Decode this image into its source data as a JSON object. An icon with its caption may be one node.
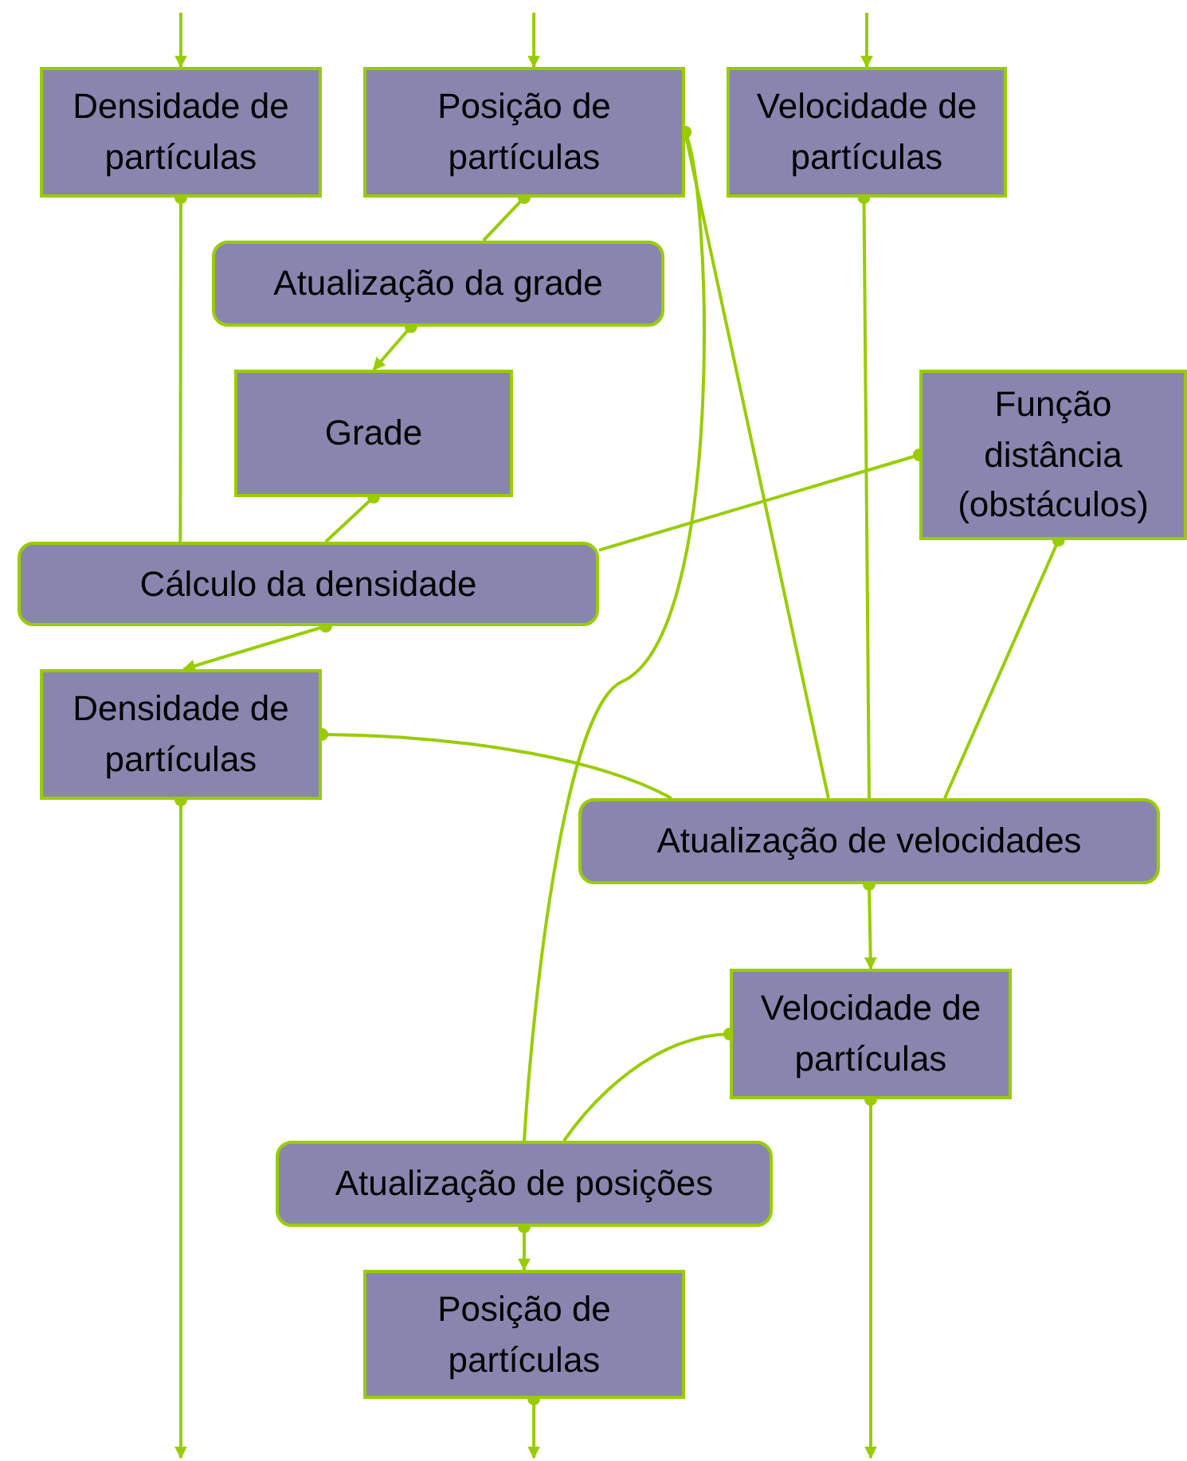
{
  "diagram": {
    "nodes": [
      {
        "text": [
          "Densidade de partículas"
        ]
      },
      {
        "text": [
          "Posição de partículas"
        ]
      },
      {
        "text": [
          "Velocidade de partículas"
        ]
      },
      {
        "text": [
          "Atualização da grade"
        ]
      },
      {
        "text": [
          "Grade"
        ]
      },
      {
        "text": [
          "Função distância (obstáculos)"
        ]
      },
      {
        "text": [
          "Cálculo da densidade"
        ]
      },
      {
        "text": [
          "Densidade de partículas"
        ]
      },
      {
        "text": [
          "Atualização de velocidades"
        ]
      },
      {
        "text": [
          "Velocidade de partículas"
        ]
      },
      {
        "text": [
          "Atualização de posições"
        ]
      },
      {
        "text": [
          "Posição de partículas"
        ]
      }
    ],
    "edges": [
      {
        "from": null,
        "to": 0,
        "arrow": "to"
      },
      {
        "from": null,
        "to": 1,
        "arrow": "to"
      },
      {
        "from": null,
        "to": 2,
        "arrow": "to"
      },
      {
        "from": 0,
        "to": 6,
        "arrow": "other"
      },
      {
        "from": 1,
        "to": 3,
        "arrow": "other"
      },
      {
        "from": 3,
        "to": 4,
        "arrow": "to"
      },
      {
        "from": 4,
        "to": 6,
        "arrow": "other"
      },
      {
        "from": 5,
        "to": 6,
        "arrow": "other"
      },
      {
        "from": 6,
        "to": 7,
        "arrow": "to"
      },
      {
        "from": 1,
        "to": 8,
        "arrow": "other"
      },
      {
        "from": 2,
        "to": 8,
        "arrow": "other"
      },
      {
        "from": 5,
        "to": 8,
        "arrow": "other"
      },
      {
        "from": 7,
        "to": 8,
        "arrow": "other"
      },
      {
        "from": 8,
        "to": 9,
        "arrow": "to"
      },
      {
        "from": 1,
        "to": 10,
        "arrow": "other"
      },
      {
        "from": 9,
        "to": 10,
        "arrow": "other"
      },
      {
        "from": 10,
        "to": 11,
        "arrow": "to"
      },
      {
        "from": 7,
        "to": null,
        "arrow": "to"
      },
      {
        "from": 11,
        "to": null,
        "arrow": "to"
      },
      {
        "from": 9,
        "to": null,
        "arrow": "to"
      }
    ]
  }
}
